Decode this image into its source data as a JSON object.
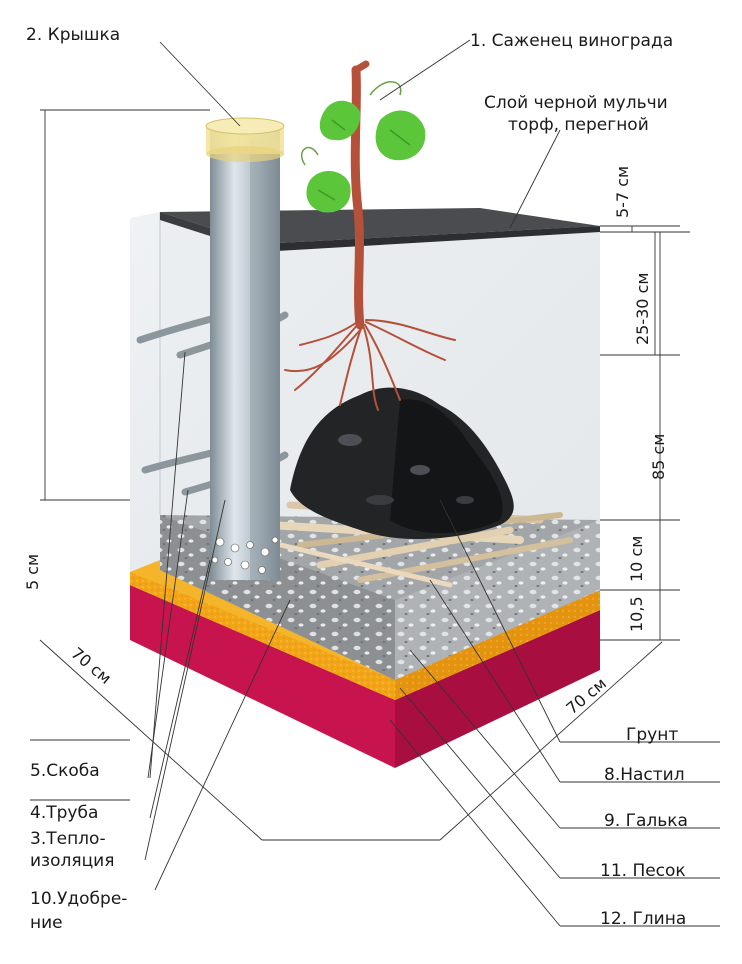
{
  "labels": {
    "seedling": "1. Саженец винограда",
    "lid": "2. Крышка",
    "mulch_line1": "Слой черной мульчи",
    "mulch_line2": "торф, перегной",
    "bracket": "5.Скоба",
    "pipe": "4.Труба",
    "insulation_line1": "3.Тепло-",
    "insulation_line2": "изоляция",
    "fertilizer_line1": "10.Удобре-",
    "fertilizer_line2": "ние",
    "soil": "Грунт",
    "flooring": "8.Настил",
    "pebble": "9. Галька",
    "sand": "11. Песок",
    "clay": "12. Глина"
  },
  "dimensions": {
    "mulch_depth": "5-7 см",
    "root_depth": "25-30 см",
    "total_depth": "85 см",
    "pebble_depth": "10 см",
    "sand_depth": "10,5",
    "pipe_height": "5 см",
    "width_left": "70 см",
    "width_right": "70 см"
  },
  "colors": {
    "clay": "#c8144e",
    "sand": "#f5b52a",
    "pebble": "#9a9c9e",
    "soil_bg": "#e2e6ea",
    "mulch": "#3d3f42",
    "pipe": "#b9c6cf",
    "lid": "#f3e39a",
    "leaf": "#5cc63a",
    "stem": "#b5503a",
    "fertilizer": "#222426"
  }
}
